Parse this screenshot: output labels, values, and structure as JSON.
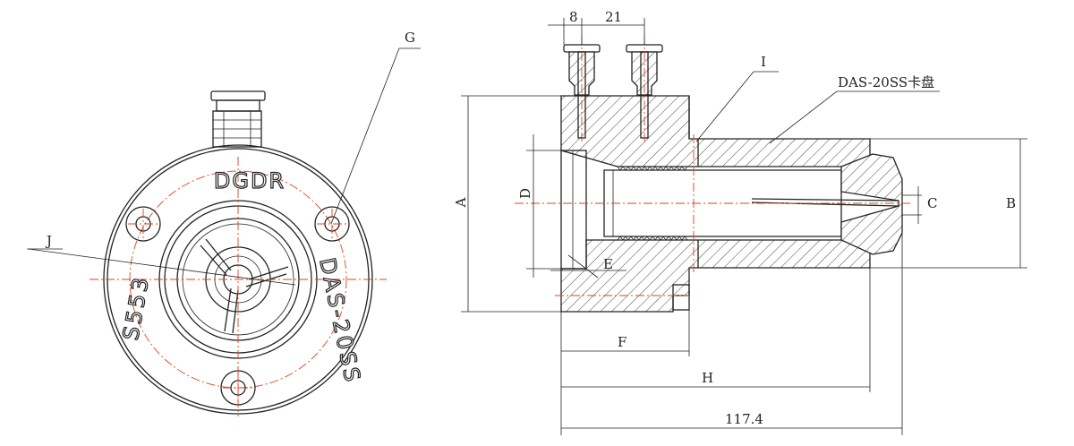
{
  "front_view": {
    "brand_text": "DGDR",
    "model_text": "DAS-20SS",
    "code_text": "S553"
  },
  "labels": {
    "G": "G",
    "J": "J",
    "I": "I",
    "chuck_label": "DAS-20SS卡盘",
    "A": "A",
    "B": "B",
    "C": "C",
    "D": "D",
    "E": "E",
    "F": "F",
    "H": "H"
  },
  "dimensions": {
    "d8": "8",
    "d21": "21",
    "overall": "117.4"
  }
}
